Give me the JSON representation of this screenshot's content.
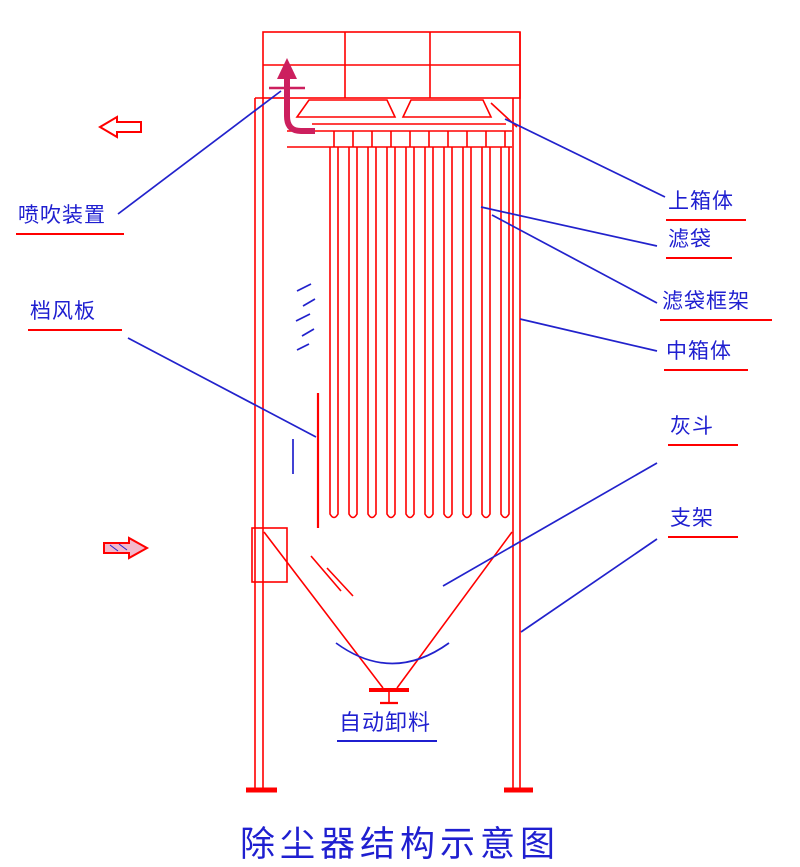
{
  "title": "除尘器结构示意图",
  "colors": {
    "structure_red": "#ff0000",
    "leader_blue": "#2222cc",
    "pipe_crimson": "#cc1f5e",
    "label_blue": "#1f1fd0"
  },
  "labels": {
    "blow_device": "喷吹装置",
    "baffle_plate": "档风板",
    "upper_box": "上箱体",
    "filter_bag": "滤袋",
    "bag_cage": "滤袋框架",
    "middle_box": "中箱体",
    "ash_hopper": "灰斗",
    "support_frame": "支架",
    "auto_discharge": "自动卸料"
  },
  "icons": {
    "outlet_arrow": "left-arrow-outline",
    "inlet_arrow": "right-arrow-outline",
    "pulse_arrow": "up-arrow-crimson"
  }
}
